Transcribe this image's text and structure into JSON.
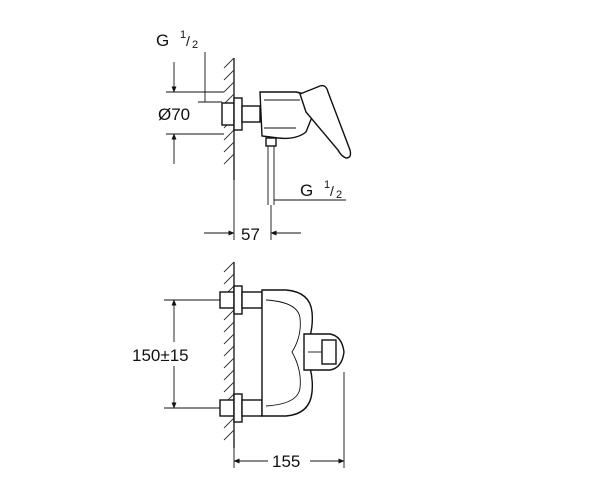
{
  "labels": {
    "thread_top": {
      "main": "G",
      "num": "1",
      "den": "2"
    },
    "diameter": "Ø70",
    "thread_bottom": {
      "main": "G",
      "num": "1",
      "den": "2"
    },
    "depth": "57",
    "spacing": "150±15",
    "width": "155"
  },
  "colors": {
    "line": "#111111",
    "background": "#ffffff"
  }
}
